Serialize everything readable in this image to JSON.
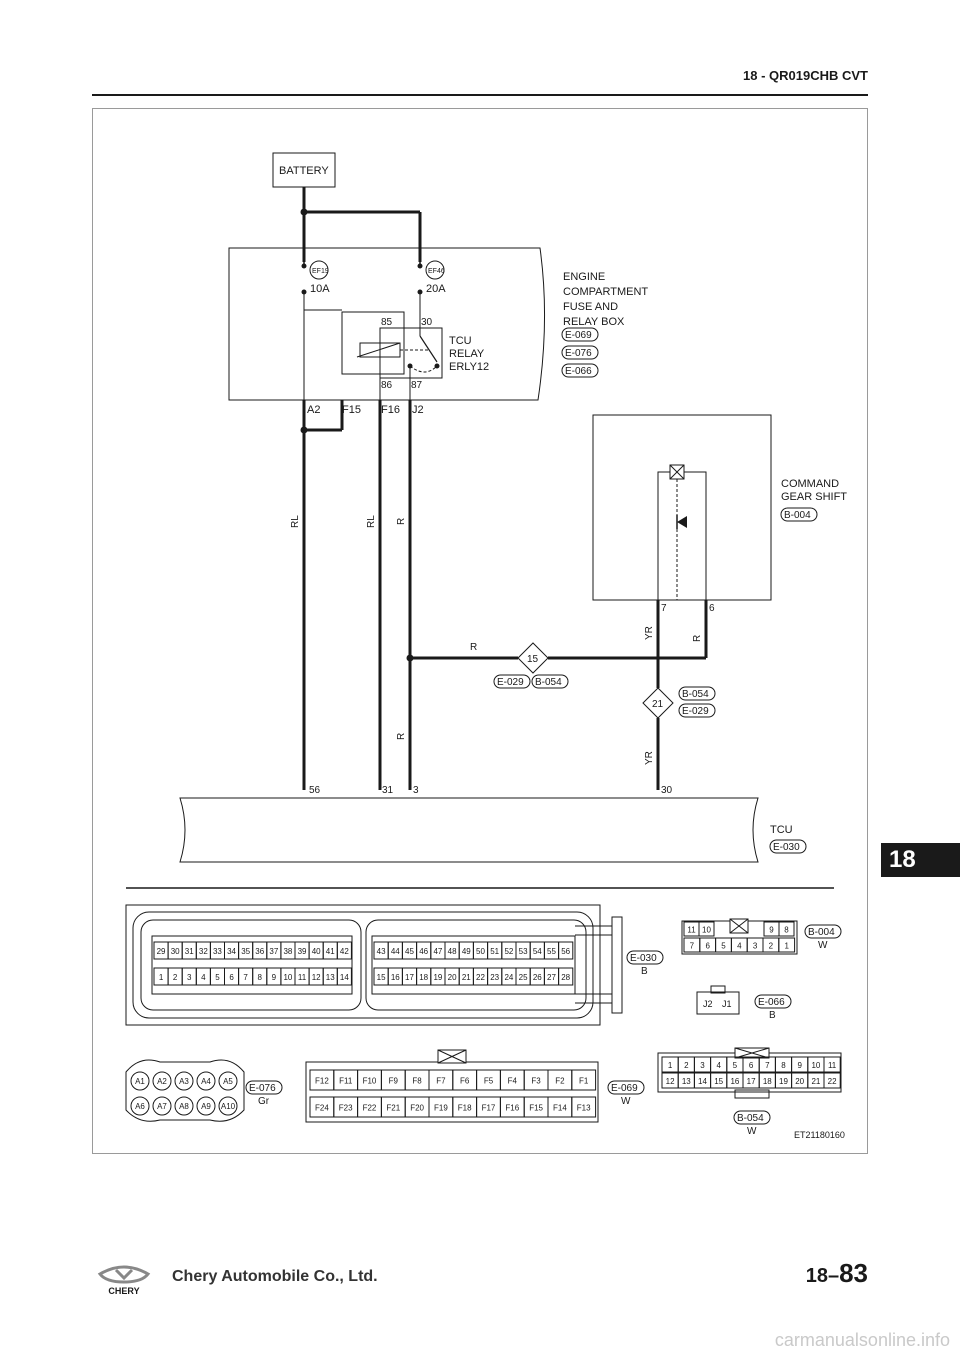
{
  "header": {
    "title": "18 - QR019CHB CVT"
  },
  "diagram": {
    "battery": "BATTERY",
    "fuse_box": {
      "lines": [
        "ENGINE",
        "COMPARTMENT",
        "FUSE AND",
        "RELAY BOX"
      ],
      "connectors": [
        "E-069",
        "E-076",
        "E-066"
      ],
      "fuses": [
        {
          "id": "EF19",
          "rating": "10A"
        },
        {
          "id": "EF46",
          "rating": "20A"
        }
      ],
      "relay_lines": [
        "TCU",
        "RELAY",
        "ERLY12"
      ],
      "relay_pins": [
        "85",
        "30",
        "86",
        "87"
      ],
      "terminals": [
        "A2",
        "F15",
        "F16",
        "J2"
      ]
    },
    "gear_shift": {
      "lines": [
        "COMMAND",
        "GEAR SHIFT"
      ],
      "connector": "B-004",
      "pins": [
        "7",
        "6"
      ]
    },
    "wires": {
      "w1": "RL",
      "w2": "RL",
      "w3": "R",
      "w4": "R",
      "w5": "R",
      "w6": "YR",
      "w7": "R",
      "w8": "YR"
    },
    "joints": [
      {
        "id": "15",
        "connectors": [
          "E-029",
          "B-054"
        ]
      },
      {
        "id": "21",
        "connectors": [
          "B-054",
          "E-029"
        ]
      }
    ],
    "tcu": {
      "name": "TCU",
      "connector": "E-030",
      "pins": [
        "56",
        "31",
        "3",
        "30"
      ]
    },
    "connector_views": {
      "e030": {
        "label": "E-030",
        "color": "B",
        "row1a": [
          "29",
          "30",
          "31",
          "32",
          "33",
          "34",
          "35",
          "36",
          "37",
          "38",
          "39",
          "40",
          "41",
          "42"
        ],
        "row2a": [
          "1",
          "2",
          "3",
          "4",
          "5",
          "6",
          "7",
          "8",
          "9",
          "10",
          "11",
          "12",
          "13",
          "14"
        ],
        "row1b": [
          "43",
          "44",
          "45",
          "46",
          "47",
          "48",
          "49",
          "50",
          "51",
          "52",
          "53",
          "54",
          "55",
          "56"
        ],
        "row2b": [
          "15",
          "16",
          "17",
          "18",
          "19",
          "20",
          "21",
          "22",
          "23",
          "24",
          "25",
          "26",
          "27",
          "28"
        ]
      },
      "b004": {
        "label": "B-004",
        "color": "W",
        "row1": [
          "11",
          "10",
          "",
          "",
          "9",
          "8"
        ],
        "row2": [
          "7",
          "6",
          "5",
          "4",
          "3",
          "2",
          "1"
        ]
      },
      "e066": {
        "label": "E-066",
        "color": "B",
        "pins": [
          "J2",
          "J1"
        ]
      },
      "e076": {
        "label": "E-076",
        "color": "Gr",
        "row1": [
          "A1",
          "A2",
          "A3",
          "A4",
          "A5"
        ],
        "row2": [
          "A6",
          "A7",
          "A8",
          "A9",
          "A10"
        ]
      },
      "e069": {
        "label": "E-069",
        "color": "W",
        "row1": [
          "F12",
          "F11",
          "F10",
          "F9",
          "F8",
          "F7",
          "F6",
          "F5",
          "F4",
          "F3",
          "F2",
          "F1"
        ],
        "row2": [
          "F24",
          "F23",
          "F22",
          "F21",
          "F20",
          "F19",
          "F18",
          "F17",
          "F16",
          "F15",
          "F14",
          "F13"
        ]
      },
      "b054": {
        "label": "B-054",
        "color": "W",
        "row1": [
          "1",
          "2",
          "3",
          "4",
          "5",
          "6",
          "7",
          "8",
          "9",
          "10",
          "11"
        ],
        "row2": [
          "12",
          "13",
          "14",
          "15",
          "16",
          "17",
          "18",
          "19",
          "20",
          "21",
          "22"
        ]
      }
    },
    "figure_id": "ET21180160"
  },
  "side_tab": "18",
  "footer": {
    "company": "Chery Automobile Co., Ltd.",
    "logo_text": "CHERY",
    "page_prefix": "18–",
    "page_number": "83",
    "watermark": "carmanualsonline.info"
  }
}
